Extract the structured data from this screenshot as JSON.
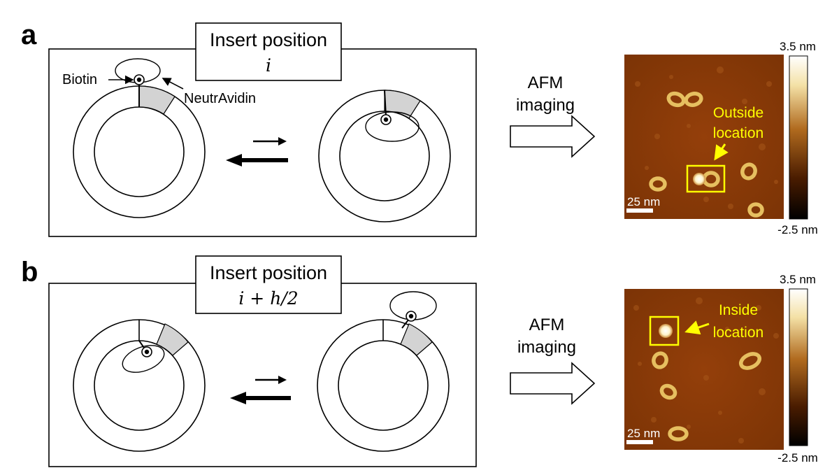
{
  "panels": [
    {
      "letter": "a",
      "insert_title": "Insert position",
      "insert_math": "i",
      "biotin_label": "Biotin",
      "neutravidin_label": "NeutrAvidin",
      "afm_label_line1": "AFM",
      "afm_label_line2": "imaging",
      "location_line1": "Outside",
      "location_line2": "location",
      "scale_bar_label": "25 nm",
      "colorbar_max": "3.5 nm",
      "colorbar_min": "-2.5 nm"
    },
    {
      "letter": "b",
      "insert_title": "Insert position",
      "insert_math": "i + h/2",
      "afm_label_line1": "AFM",
      "afm_label_line2": "imaging",
      "location_line1": "Inside",
      "location_line2": "location",
      "scale_bar_label": "25 nm",
      "colorbar_max": "3.5 nm",
      "colorbar_min": "-2.5 nm"
    }
  ],
  "colors": {
    "afm_background": "#8a3b08",
    "afm_highlight": "#ffff00",
    "shaded_segment": "#d3d3d3",
    "colorbar_top": "#ffffff",
    "colorbar_mid": "#b06a1e",
    "colorbar_bottom": "#000000"
  },
  "icons": {
    "equilibrium": "equilibrium-arrows-icon",
    "process": "block-arrow-icon",
    "pointer": "yellow-arrow-icon"
  }
}
